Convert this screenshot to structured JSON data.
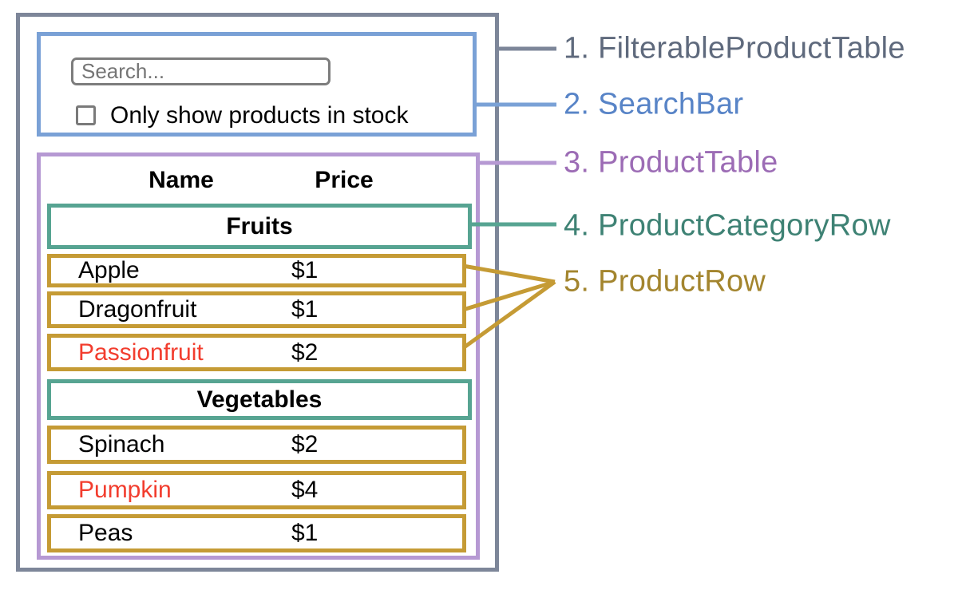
{
  "app": {
    "search": {
      "placeholder": "Search...",
      "checkbox_label": "Only show products in stock",
      "checkbox_checked": false
    },
    "table": {
      "columns": {
        "name": "Name",
        "price": "Price"
      },
      "sections": [
        {
          "category": "Fruits",
          "rows": [
            {
              "name": "Apple",
              "price": "$1",
              "name_color": "#000000"
            },
            {
              "name": "Dragonfruit",
              "price": "$1",
              "name_color": "#000000"
            },
            {
              "name": "Passionfruit",
              "price": "$2",
              "name_color": "#f23d2e"
            }
          ]
        },
        {
          "category": "Vegetables",
          "rows": [
            {
              "name": "Spinach",
              "price": "$2",
              "name_color": "#000000"
            },
            {
              "name": "Pumpkin",
              "price": "$4",
              "name_color": "#f23d2e"
            },
            {
              "name": "Peas",
              "price": "$1",
              "name_color": "#000000"
            }
          ]
        }
      ]
    }
  },
  "legend": [
    {
      "text": "1. FilterableProductTable",
      "color": "#5f6a7d",
      "line_color": "#7d8699"
    },
    {
      "text": "2. SearchBar",
      "color": "#5884c7",
      "line_color": "#7aa1d6"
    },
    {
      "text": "3. ProductTable",
      "color": "#9c6cb5",
      "line_color": "#b699d3"
    },
    {
      "text": "4. ProductCategoryRow",
      "color": "#3e8274",
      "line_color": "#57a492"
    },
    {
      "text": "5. ProductRow",
      "color": "#a3852e",
      "line_color": "#c59b35"
    }
  ],
  "colors": {
    "outer_border": "#7d8699",
    "searchbar_border": "#7aa1d6",
    "producttable_border": "#b699d3",
    "category_border": "#57a492",
    "productrow_border": "#c59b35",
    "out_of_stock_text": "#f23d2e",
    "input_border": "#7d7d7d",
    "text": "#000000"
  }
}
